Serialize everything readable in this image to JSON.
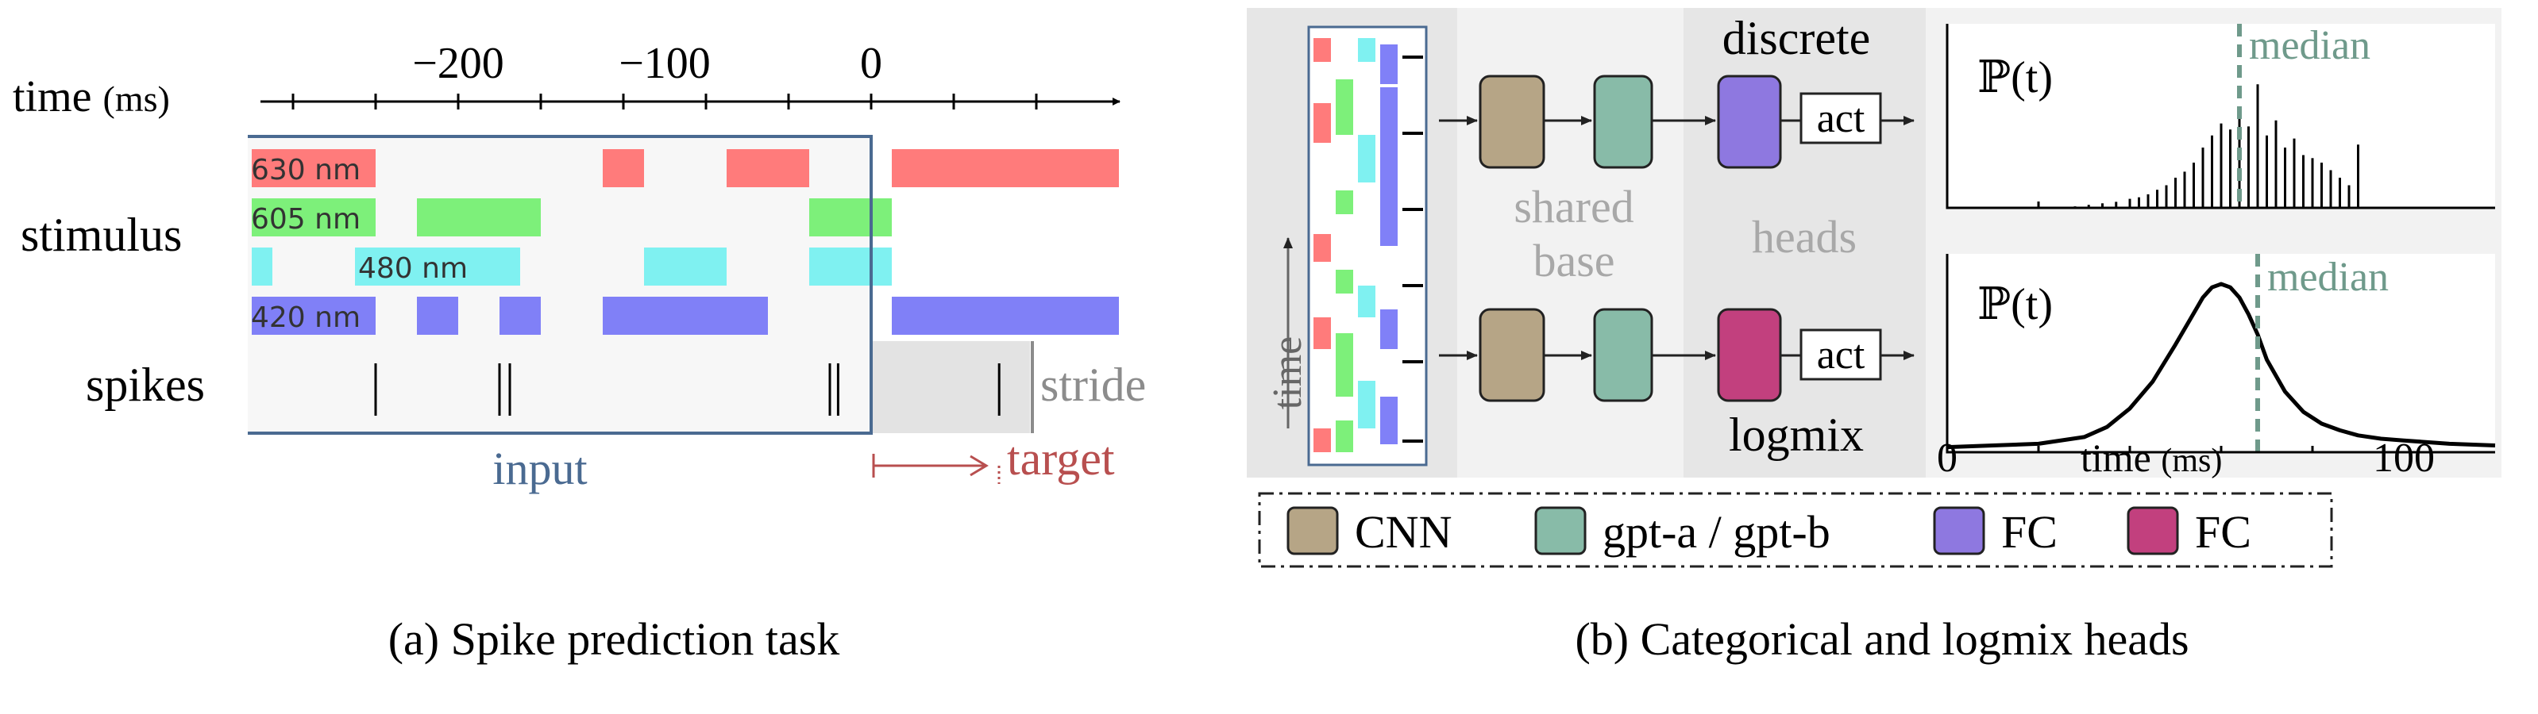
{
  "panel_a": {
    "caption": "(a) Spike prediction task",
    "time_axis": {
      "label_prefix": "time ",
      "label_units": "(ms)",
      "ticks": [
        -200,
        -100,
        0
      ]
    },
    "row_labels": {
      "stimulus": "stimulus",
      "spikes": "spikes"
    },
    "channels": [
      {
        "label": "630 nm",
        "color": "#ff7b7b",
        "segments": [
          [
            -300,
            -240
          ],
          [
            -130,
            -110
          ],
          [
            -70,
            -30
          ],
          [
            10,
            120
          ]
        ]
      },
      {
        "label": "605 nm",
        "color": "#7df07a",
        "segments": [
          [
            -300,
            -240
          ],
          [
            -220,
            -160
          ],
          [
            -30,
            10
          ]
        ]
      },
      {
        "label": "480 nm",
        "color": "#7ff1f1",
        "segments": [
          [
            -300,
            -290
          ],
          [
            -250,
            -170
          ],
          [
            -110,
            -70
          ],
          [
            -30,
            10
          ]
        ]
      },
      {
        "label": "420 nm",
        "color": "#8080f7",
        "segments": [
          [
            -300,
            -240
          ],
          [
            -220,
            -200
          ],
          [
            -180,
            -160
          ],
          [
            -130,
            -50
          ],
          [
            10,
            120
          ]
        ]
      }
    ],
    "spikes_ms": [
      -240,
      -180,
      -175,
      -20,
      -16,
      62
    ],
    "input_range_ms": [
      -300,
      0
    ],
    "stride_range_ms": [
      0,
      80
    ],
    "stride_label": "stride",
    "input_label": "input",
    "target_label": "target",
    "colors": {
      "input": "#4a6a91",
      "target": "#b84f4f",
      "stride": "#8c8c8c"
    }
  },
  "panel_b": {
    "caption": "(b) Categorical and logmix heads",
    "time_arrow_label": "time",
    "shared_base_label": [
      "shared",
      "base"
    ],
    "heads_label": "heads",
    "discrete_label": "discrete",
    "logmix_label": "logmix",
    "act_label": "act",
    "prob_label": "ℙ(t)",
    "median_label": "median",
    "x_axis": {
      "ticks": [
        0,
        100
      ],
      "label_prefix": "time ",
      "label_units": "(ms)"
    },
    "legend": [
      {
        "label": "CNN",
        "color": "#b6a586"
      },
      {
        "label": "gpt-a / gpt-b",
        "color": "#88bba8"
      },
      {
        "label": "FC",
        "color": "#8e78e0"
      },
      {
        "label": "FC",
        "color": "#c2407e"
      }
    ],
    "colors": {
      "median": "#6f9a8b",
      "gray_text": "#a8a8a8"
    }
  },
  "chart_data": [
    {
      "type": "bar",
      "ylabel": "ℙ(t)",
      "xlabel": "time (ms)",
      "xlim": [
        0,
        120
      ],
      "median": 64,
      "x": [
        28,
        31,
        34,
        37,
        40,
        42,
        44,
        46,
        48,
        50,
        52,
        54,
        56,
        58,
        60,
        62,
        64,
        66,
        68,
        70,
        72,
        74,
        76,
        78,
        80,
        82,
        84,
        86,
        88,
        90
      ],
      "values": [
        0.01,
        0.02,
        0.03,
        0.04,
        0.06,
        0.07,
        0.09,
        0.12,
        0.15,
        0.2,
        0.24,
        0.3,
        0.4,
        0.48,
        0.56,
        0.52,
        0.62,
        0.54,
        0.82,
        0.48,
        0.58,
        0.4,
        0.46,
        0.35,
        0.33,
        0.3,
        0.25,
        0.2,
        0.15,
        0.42
      ]
    },
    {
      "type": "line",
      "ylabel": "ℙ(t)",
      "xlabel": "time (ms)",
      "xlim": [
        0,
        120
      ],
      "median": 68,
      "x": [
        0,
        10,
        20,
        30,
        35,
        40,
        45,
        50,
        53,
        56,
        58,
        60,
        62,
        64,
        66,
        68,
        70,
        74,
        78,
        82,
        86,
        90,
        95,
        100,
        110,
        120
      ],
      "y": [
        0.03,
        0.04,
        0.05,
        0.09,
        0.15,
        0.26,
        0.42,
        0.64,
        0.78,
        0.92,
        0.98,
        1.0,
        0.98,
        0.92,
        0.82,
        0.7,
        0.55,
        0.36,
        0.24,
        0.17,
        0.13,
        0.1,
        0.08,
        0.07,
        0.05,
        0.04
      ]
    }
  ]
}
